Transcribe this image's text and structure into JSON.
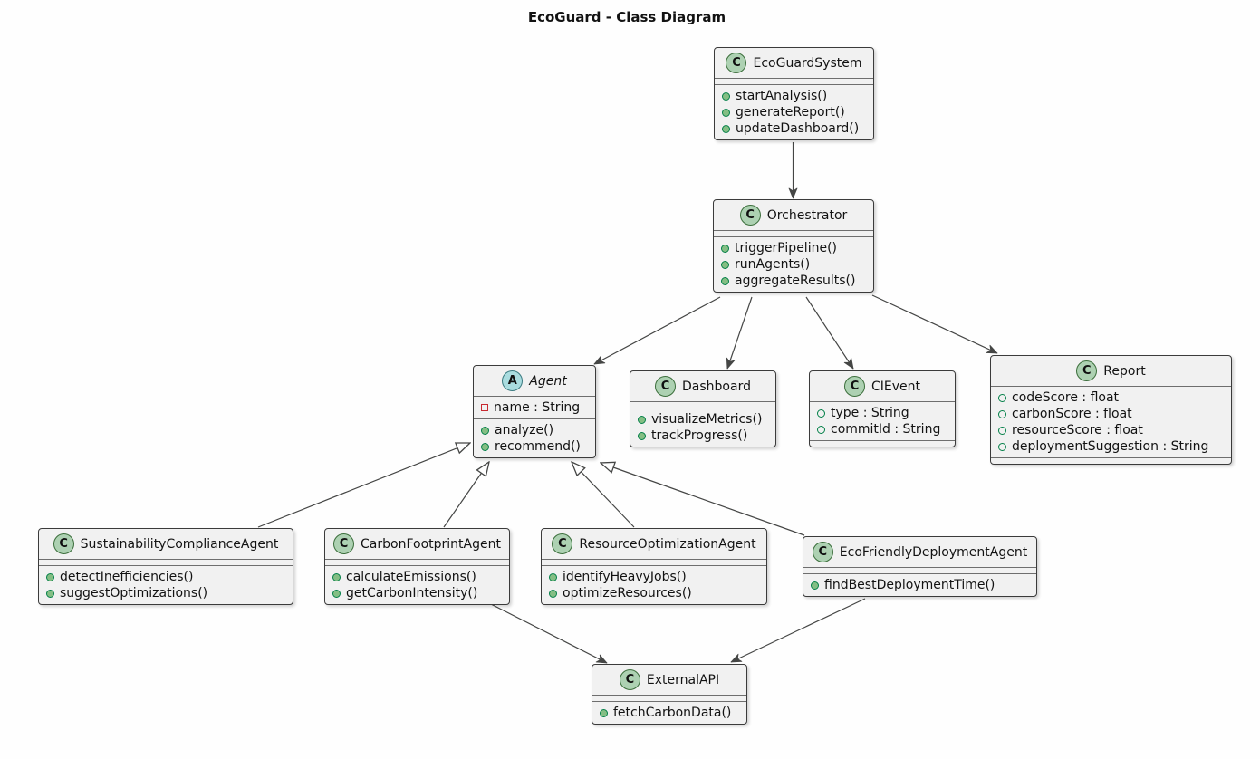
{
  "title": "EcoGuard - Class Diagram",
  "colors": {
    "background": "#FEFEFE",
    "box_fill": "#F1F1F1",
    "box_border": "#3B3B3B",
    "class_spot_fill": "#ADD1B2",
    "abstract_spot_fill": "#A9DCDF",
    "public_method_bullet": "#84BE84",
    "public_field_ring": "#038048",
    "private_field_ring": "#C82930",
    "edge_color": "#454645"
  },
  "classes": {
    "ecoGuardSystem": {
      "spot": "C",
      "name": "EcoGuardSystem",
      "methods": [
        {
          "visibility": "public",
          "text": "startAnalysis()"
        },
        {
          "visibility": "public",
          "text": "generateReport()"
        },
        {
          "visibility": "public",
          "text": "updateDashboard()"
        }
      ]
    },
    "orchestrator": {
      "spot": "C",
      "name": "Orchestrator",
      "methods": [
        {
          "visibility": "public",
          "text": "triggerPipeline()"
        },
        {
          "visibility": "public",
          "text": "runAgents()"
        },
        {
          "visibility": "public",
          "text": "aggregateResults()"
        }
      ]
    },
    "agent": {
      "spot": "A",
      "name": "Agent",
      "abstract": true,
      "fields": [
        {
          "visibility": "private",
          "text": "name : String"
        }
      ],
      "methods": [
        {
          "visibility": "public",
          "text": "analyze()"
        },
        {
          "visibility": "public",
          "text": "recommend()"
        }
      ]
    },
    "dashboard": {
      "spot": "C",
      "name": "Dashboard",
      "methods": [
        {
          "visibility": "public",
          "text": "visualizeMetrics()"
        },
        {
          "visibility": "public",
          "text": "trackProgress()"
        }
      ]
    },
    "ciEvent": {
      "spot": "C",
      "name": "CIEvent",
      "fields": [
        {
          "visibility": "public",
          "text": "type : String"
        },
        {
          "visibility": "public",
          "text": "commitId : String"
        }
      ]
    },
    "report": {
      "spot": "C",
      "name": "Report",
      "fields": [
        {
          "visibility": "public",
          "text": "codeScore : float"
        },
        {
          "visibility": "public",
          "text": "carbonScore : float"
        },
        {
          "visibility": "public",
          "text": "resourceScore : float"
        },
        {
          "visibility": "public",
          "text": "deploymentSuggestion : String"
        }
      ]
    },
    "sustainabilityComplianceAgent": {
      "spot": "C",
      "name": "SustainabilityComplianceAgent",
      "methods": [
        {
          "visibility": "public",
          "text": "detectInefficiencies()"
        },
        {
          "visibility": "public",
          "text": "suggestOptimizations()"
        }
      ]
    },
    "carbonFootprintAgent": {
      "spot": "C",
      "name": "CarbonFootprintAgent",
      "methods": [
        {
          "visibility": "public",
          "text": "calculateEmissions()"
        },
        {
          "visibility": "public",
          "text": "getCarbonIntensity()"
        }
      ]
    },
    "resourceOptimizationAgent": {
      "spot": "C",
      "name": "ResourceOptimizationAgent",
      "methods": [
        {
          "visibility": "public",
          "text": "identifyHeavyJobs()"
        },
        {
          "visibility": "public",
          "text": "optimizeResources()"
        }
      ]
    },
    "ecoFriendlyDeploymentAgent": {
      "spot": "C",
      "name": "EcoFriendlyDeploymentAgent",
      "methods": [
        {
          "visibility": "public",
          "text": "findBestDeploymentTime()"
        }
      ]
    },
    "externalAPI": {
      "spot": "C",
      "name": "ExternalAPI",
      "methods": [
        {
          "visibility": "public",
          "text": "fetchCarbonData()"
        }
      ]
    }
  },
  "relationships": [
    {
      "from": "EcoGuardSystem",
      "to": "Orchestrator",
      "type": "directed-association"
    },
    {
      "from": "Orchestrator",
      "to": "Agent",
      "type": "directed-association"
    },
    {
      "from": "Orchestrator",
      "to": "Dashboard",
      "type": "directed-association"
    },
    {
      "from": "Orchestrator",
      "to": "CIEvent",
      "type": "directed-association"
    },
    {
      "from": "Orchestrator",
      "to": "Report",
      "type": "directed-association"
    },
    {
      "from": "SustainabilityComplianceAgent",
      "to": "Agent",
      "type": "extends"
    },
    {
      "from": "CarbonFootprintAgent",
      "to": "Agent",
      "type": "extends"
    },
    {
      "from": "ResourceOptimizationAgent",
      "to": "Agent",
      "type": "extends"
    },
    {
      "from": "EcoFriendlyDeploymentAgent",
      "to": "Agent",
      "type": "extends"
    },
    {
      "from": "CarbonFootprintAgent",
      "to": "ExternalAPI",
      "type": "directed-association"
    },
    {
      "from": "EcoFriendlyDeploymentAgent",
      "to": "ExternalAPI",
      "type": "directed-association"
    }
  ]
}
